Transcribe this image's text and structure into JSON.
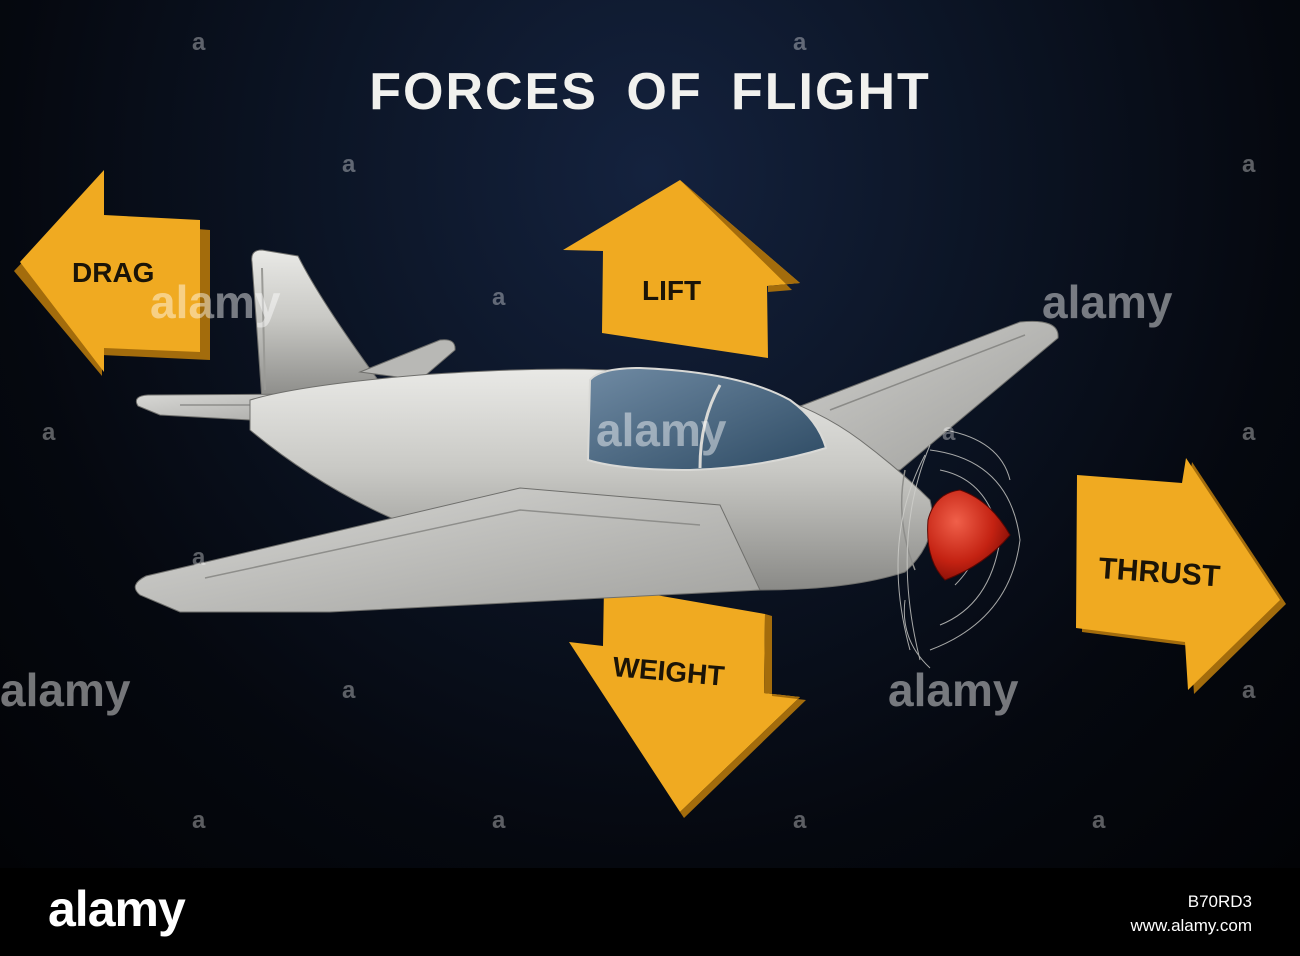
{
  "poster": {
    "title": "FORCES OF FLIGHT",
    "background_color": "#0c1526",
    "arrow_color": "#f0aa21"
  },
  "forces": {
    "drag": "DRAG",
    "lift": "LIFT",
    "weight": "WEIGHT",
    "thrust": "THRUST"
  },
  "watermark": {
    "text": "alamy",
    "mark_text": "a"
  },
  "footer": {
    "brand": "alamy",
    "image_id": "B70RD3",
    "url": "www.alamy.com"
  }
}
